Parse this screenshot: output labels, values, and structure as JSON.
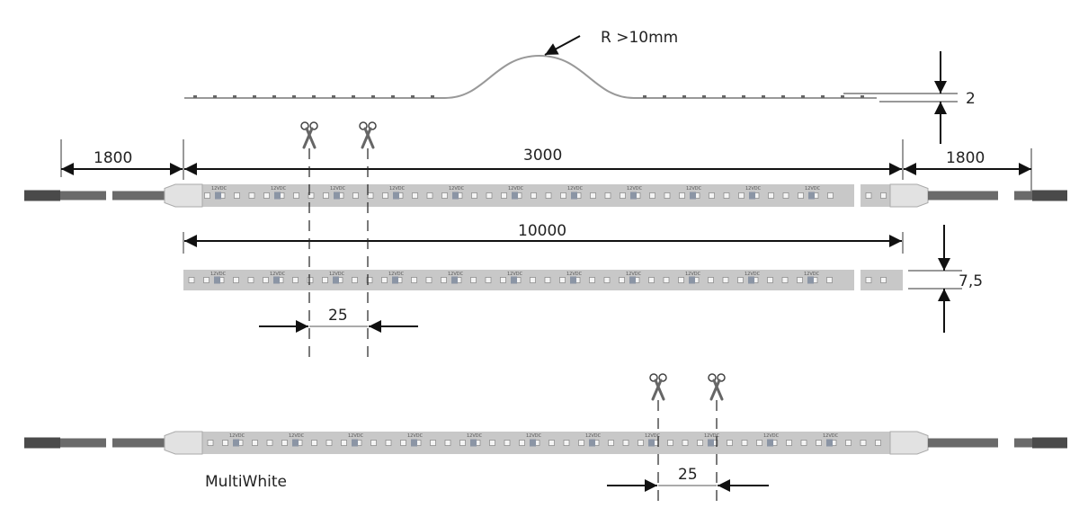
{
  "profile": {
    "bend_label": "R >10mm",
    "thickness_label": "2"
  },
  "dimensions": {
    "cable_left": "1800",
    "strip_length": "3000",
    "cable_right": "1800",
    "reel_length": "10000",
    "width": "7,5",
    "cut_pitch": "25",
    "cut_pitch_multiwhite": "25"
  },
  "strip_print": "12VDC",
  "variant_label": "MultiWhite",
  "colors": {
    "strip": "#c8c8c8",
    "led": "#f4f4f4",
    "cable": "#6a6a6a",
    "connector": "#4a4a4a",
    "cap": "#e2e2e2",
    "line": "#111111"
  }
}
